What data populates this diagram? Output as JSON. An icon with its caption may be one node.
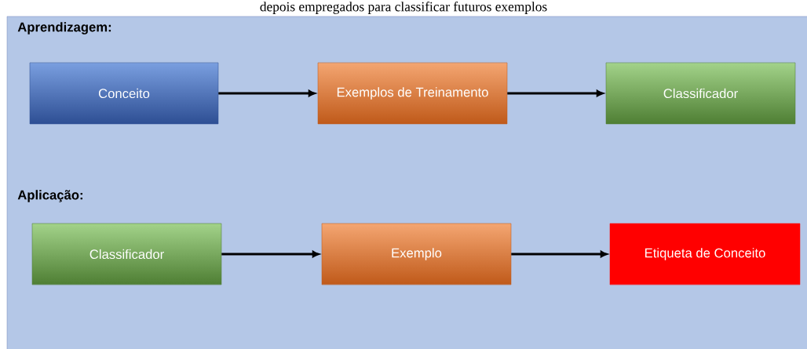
{
  "diagram": {
    "nodes": [
      {
        "text": [
          "Conceito"
        ]
      },
      {
        "text": [
          "Exemplos de Treinamento"
        ]
      },
      {
        "text": [
          "Classificador"
        ]
      },
      {
        "text": [
          "Classificador"
        ]
      },
      {
        "text": [
          "Exemplo"
        ]
      },
      {
        "text": [
          "Etiqueta de Conceito"
        ]
      }
    ],
    "edges": [
      {
        "from": 0,
        "to": 1,
        "arrow": "to"
      },
      {
        "from": 1,
        "to": 2,
        "arrow": "to"
      },
      {
        "from": 3,
        "to": 4,
        "arrow": "to"
      },
      {
        "from": 4,
        "to": 5,
        "arrow": "to"
      }
    ],
    "labels": [
      "depois empregados para classificar futuros exemplos",
      "Aprendizagem:",
      "Aplicação:"
    ]
  }
}
